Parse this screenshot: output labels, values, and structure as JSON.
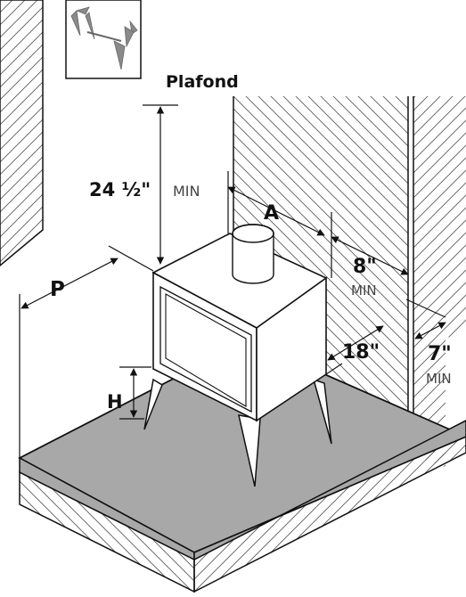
{
  "labels": {
    "ceiling": "Plafond",
    "top_clearance": "24 ½\"",
    "top_clearance_min": "MIN",
    "A": "A",
    "side_wall": "8\"",
    "side_wall_min": "MIN",
    "P": "P",
    "back_wall": "7\"",
    "back_wall_min": "MIN",
    "hearth_side": "18\"",
    "H": "H"
  },
  "colors": {
    "hearth": "#a8a8a8",
    "stroke": "#111111",
    "hatch": "#555555",
    "icon": "#8a8a8a"
  },
  "icon": "stove-legs-icon"
}
